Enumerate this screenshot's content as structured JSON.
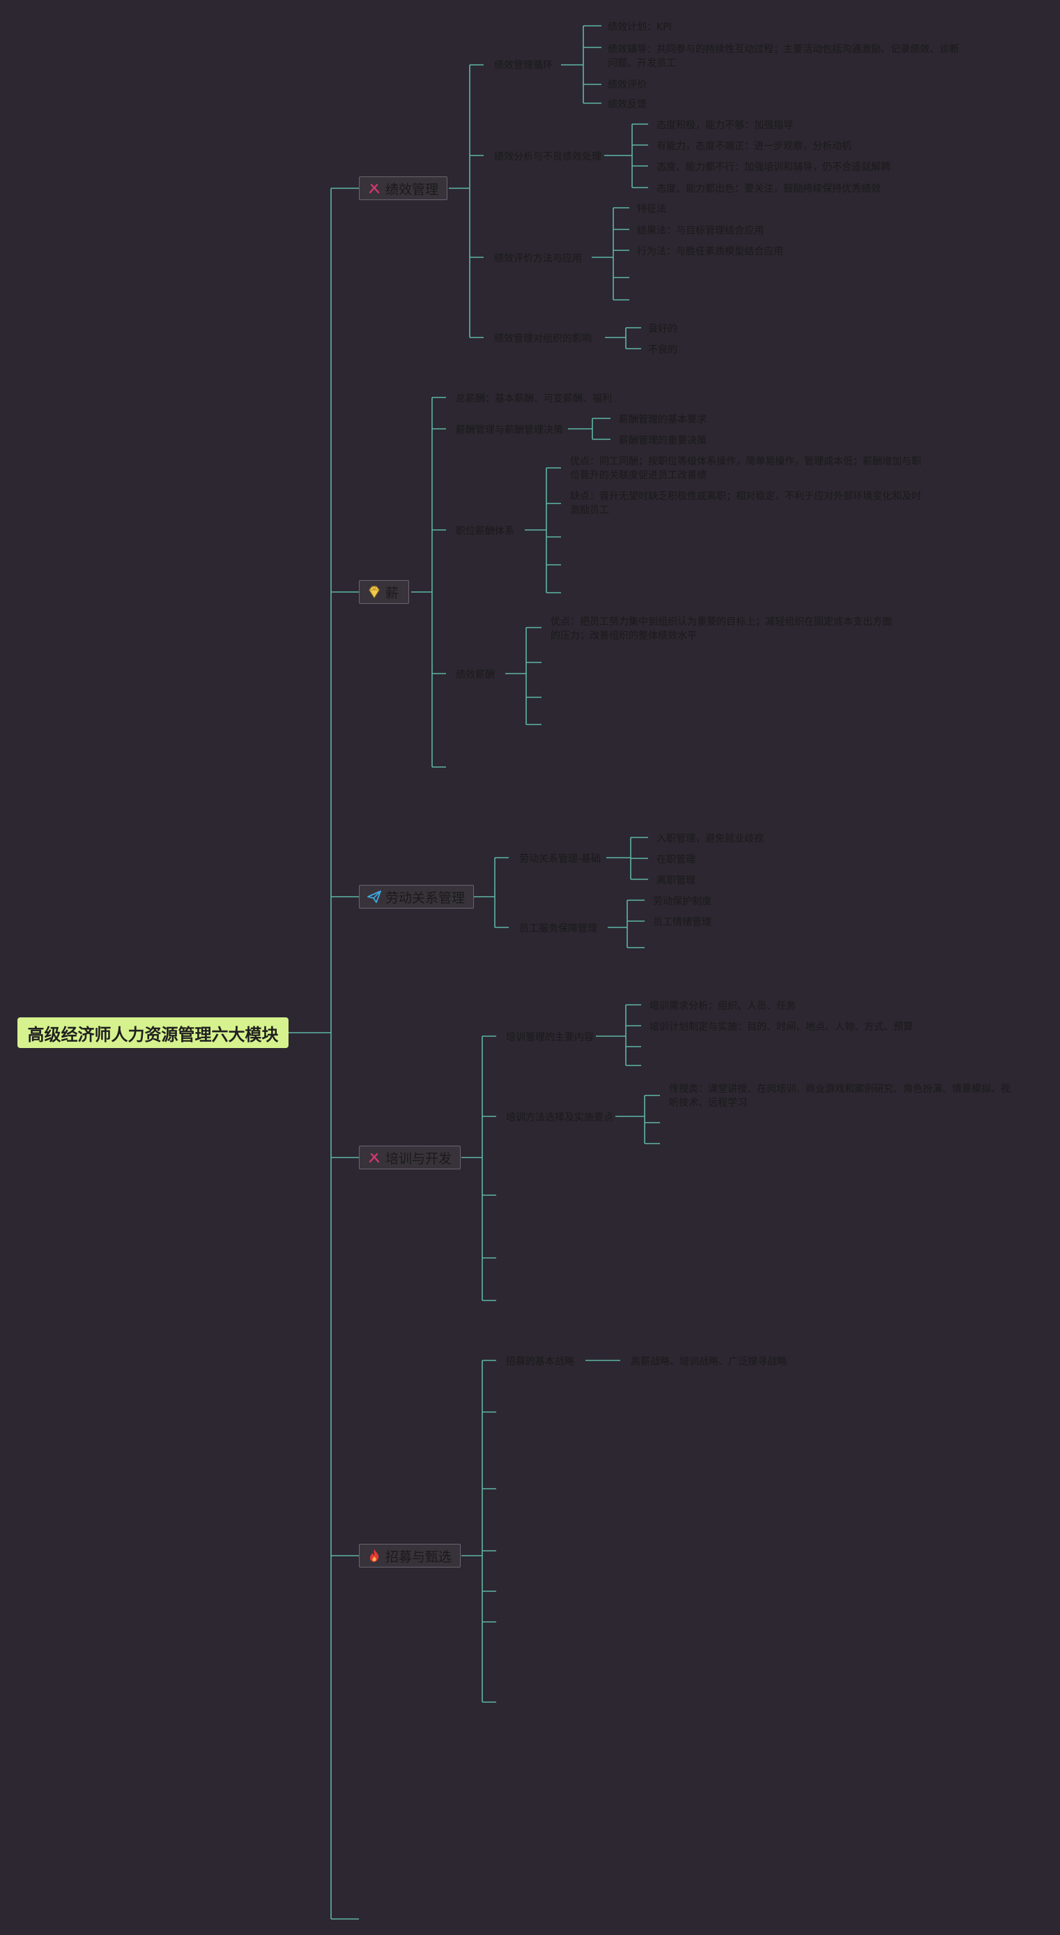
{
  "root": {
    "title": "高级经济师人力资源管理六大模块"
  },
  "colors": {
    "background": "#2c2731",
    "line": "#5fb6a6",
    "root_fill": "#d6f28e",
    "branch_fill": "#38333b"
  },
  "branches": [
    {
      "label": "绩效管理",
      "icon": "tools-icon",
      "children": [
        {
          "label": "绩效管理循环",
          "children": [
            "绩效计划：KPI",
            "绩效辅导：共同参与的持续性互动过程；主要活动包括沟通激励、记录绩效、诊断问题、开发员工",
            "绩效评价",
            "绩效反馈"
          ]
        },
        {
          "label": "绩效分析与不良绩效处理",
          "children": [
            "态度积极，能力不够：加强指导",
            "有能力，态度不端正：进一步观察，分析动机",
            "态度、能力都不行：加强培训和辅导，仍不合适就解聘",
            "态度、能力都出色：要关注，鼓励持续保持优秀绩效"
          ]
        },
        {
          "label": "绩效评价方法与应用",
          "children": [
            "特征法",
            "结果法：与目标管理结合应用",
            "行为法：与胜任素质模型结合应用",
            "",
            ""
          ]
        },
        {
          "label": "绩效管理对组织的影响",
          "children": [
            "良好的",
            "不良的"
          ]
        }
      ]
    },
    {
      "label": "薪",
      "icon": "diamond-icon",
      "children": [
        {
          "label": "总薪酬：基本薪酬、可变薪酬、福利",
          "children": []
        },
        {
          "label": "薪酬管理与薪酬管理决策",
          "children": [
            "薪酬管理的基本要求",
            "薪酬管理的重要决策"
          ]
        },
        {
          "label": "职位薪酬体系",
          "children": [
            "优点：同工同酬；按职位等级体系操作，简单易操作，管理成本低；薪酬增加与职位晋升的关联度促进员工改善绩",
            "缺点：晋升无望时缺乏积极性或离职；相对稳定，不利于应对外部环境变化和及时激励员工",
            "",
            "",
            ""
          ]
        },
        {
          "label": "绩效薪酬",
          "children": [
            "优点：把员工努力集中到组织认为重要的目标上；减轻组织在固定成本支出方面的压力；改善组织的整体绩效水平",
            "",
            "",
            ""
          ]
        },
        {
          "label": "",
          "children": []
        }
      ]
    },
    {
      "label": "劳动关系管理",
      "icon": "paper-plane-icon",
      "children": [
        {
          "label": "劳动关系管理-基础",
          "children": [
            "入职管理，避免就业歧视",
            "在职管理",
            "离职管理"
          ]
        },
        {
          "label": "员工服务保障管理",
          "children": [
            "劳动保护制度",
            "员工情绪管理",
            ""
          ]
        }
      ]
    },
    {
      "label": "培训与开发",
      "icon": "tools-icon",
      "children": [
        {
          "label": "培训管理的主要内容",
          "children": [
            "培训需求分析：组织、人员、任务",
            "培训计划制定与实施：目的、时间、地点、人物、方式、预算",
            "",
            ""
          ]
        },
        {
          "label": "培训方法选择及实施要点",
          "children": [
            "传授类：课堂讲授、在岗培训、商业游戏和案例研究、角色扮演、情景模拟、视听技术、远程学习",
            "",
            ""
          ]
        },
        {
          "label": "",
          "children": []
        },
        {
          "label": "",
          "children": []
        },
        {
          "label": "",
          "children": []
        }
      ]
    },
    {
      "label": "招募与甄选",
      "icon": "fire-icon",
      "children": [
        {
          "label": "招募的基本战略",
          "children": [
            "高薪战略、培训战略、广泛搜寻战略"
          ]
        },
        {
          "label": "",
          "children": []
        },
        {
          "label": "",
          "children": []
        },
        {
          "label": "",
          "children": []
        },
        {
          "label": "",
          "children": []
        },
        {
          "label": "",
          "children": []
        },
        {
          "label": "",
          "children": []
        }
      ]
    }
  ]
}
